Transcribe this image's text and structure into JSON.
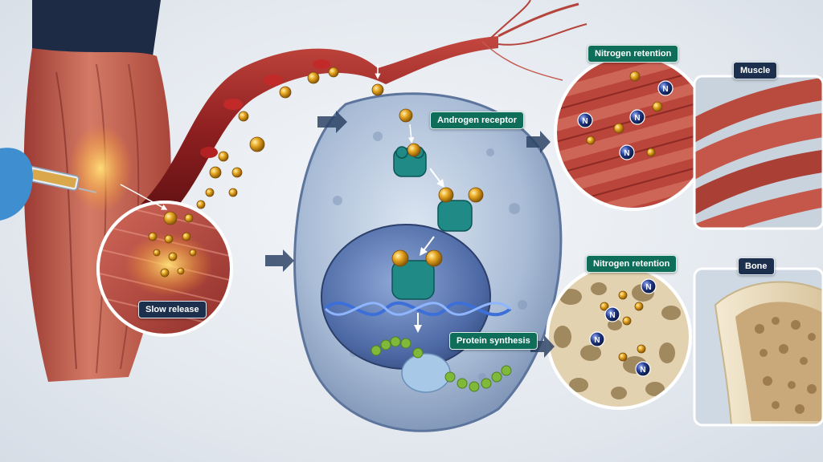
{
  "labels": {
    "slow_release": "Slow release",
    "androgen_receptor": "Androgen receptor",
    "nitrogen_retention_muscle": "Nitrogen retention",
    "muscle": "Muscle",
    "nitrogen_retention_bone": "Nitrogen retention",
    "bone": "Bone",
    "protein_synthesis": "Protein synthesis"
  },
  "nitrogen_symbol": "N",
  "colors": {
    "label_green": "#0f6e5a",
    "label_navy": "#1c2f4d",
    "molecule_gold": "#e7a521",
    "receptor_teal": "#1f8a86",
    "cell_blue": "#9fb4d2",
    "muscle_red": "#b9453b",
    "bone_cream": "#e3d2b0",
    "nitrogen_blue": "#233c8c"
  }
}
